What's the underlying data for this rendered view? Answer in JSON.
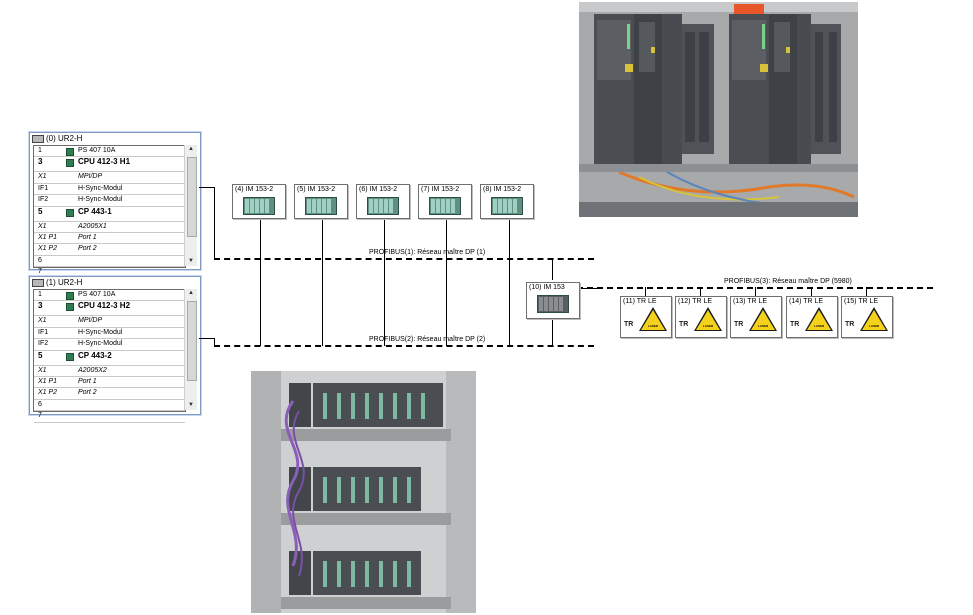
{
  "rack0": {
    "title": "(0) UR2-H",
    "rows": [
      {
        "slot": "1",
        "name": "PS 407 10A",
        "style": "normal",
        "icon": true
      },
      {
        "slot": "3",
        "name": "CPU 412-3 H1",
        "style": "bold",
        "icon": true
      },
      {
        "slot": "X1",
        "name": "MPI/DP",
        "style": "ital",
        "icon": false
      },
      {
        "slot": "IF1",
        "name": "H-Sync-Modul",
        "style": "normal",
        "icon": false
      },
      {
        "slot": "IF2",
        "name": "H-Sync-Modul",
        "style": "normal",
        "icon": false
      },
      {
        "slot": "5",
        "name": "CP 443-1",
        "style": "bold",
        "icon": true
      },
      {
        "slot": "X1",
        "name": "A2005X1",
        "style": "ital",
        "icon": false
      },
      {
        "slot": "X1 P1",
        "name": "Port 1",
        "style": "ital",
        "icon": false
      },
      {
        "slot": "X1 P2",
        "name": "Port 2",
        "style": "ital",
        "icon": false
      },
      {
        "slot": "6",
        "name": "",
        "style": "normal",
        "icon": false
      },
      {
        "slot": "7",
        "name": "",
        "style": "normal",
        "icon": false
      }
    ]
  },
  "rack1": {
    "title": "(1) UR2-H",
    "rows": [
      {
        "slot": "1",
        "name": "PS 407 10A",
        "style": "normal",
        "icon": true
      },
      {
        "slot": "3",
        "name": "CPU 412-3 H2",
        "style": "bold",
        "icon": true
      },
      {
        "slot": "X1",
        "name": "MPI/DP",
        "style": "ital",
        "icon": false
      },
      {
        "slot": "IF1",
        "name": "H-Sync-Modul",
        "style": "normal",
        "icon": false
      },
      {
        "slot": "IF2",
        "name": "H-Sync-Modul",
        "style": "normal",
        "icon": false
      },
      {
        "slot": "5",
        "name": "CP 443-2",
        "style": "bold",
        "icon": true
      },
      {
        "slot": "X1",
        "name": "A2005X2",
        "style": "ital",
        "icon": false
      },
      {
        "slot": "X1 P1",
        "name": "Port 1",
        "style": "ital",
        "icon": false
      },
      {
        "slot": "X1 P2",
        "name": "Port 2",
        "style": "ital",
        "icon": false
      },
      {
        "slot": "6",
        "name": "",
        "style": "normal",
        "icon": false
      },
      {
        "slot": "7",
        "name": "",
        "style": "normal",
        "icon": false
      }
    ]
  },
  "network": {
    "bus1_label": "PROFIBUS(1): Réseau maître DP (1)",
    "bus2_label": "PROFIBUS(2): Réseau maître DP (2)",
    "bus3_label": "PROFIBUS(3): Réseau maître DP (5980)",
    "im_stations": [
      "(4) IM 153-2",
      "(5) IM 153-2",
      "(6) IM 153-2",
      "(7) IM 153-2",
      "(8) IM 153-2"
    ],
    "coupler": "(10) IM 153",
    "tr_stations": [
      "(11) TR LE",
      "(12) TR LE",
      "(13) TR LE",
      "(14) TR LE",
      "(15) TR LE"
    ],
    "tr_logo": "TR",
    "laser_label": "LASER"
  },
  "photos": {
    "cabinet_label_color": "#e8572a",
    "module_color": "#4a4d52",
    "terminal_color": "#7fb9a4",
    "cable_color": "#8a5fb8"
  }
}
